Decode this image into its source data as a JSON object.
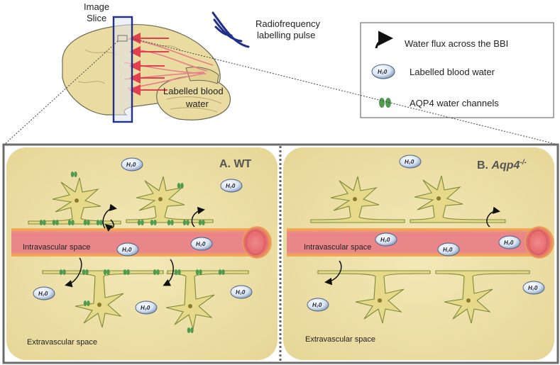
{
  "top": {
    "image_slice_line1": "Image",
    "image_slice_line2": "Slice",
    "rf_line1": "Radiofrequency",
    "rf_line2": "labelling pulse",
    "labelled_line1": "Labelled blood",
    "labelled_line2": "water"
  },
  "legend": {
    "water_flux": "Water flux across the BBI",
    "labelled_blood_water": "Labelled blood water",
    "aqp4": "AQP4 water channels"
  },
  "h2o": "H₂0",
  "panel_a": {
    "title": "A. WT",
    "intravascular": "Intravascular space",
    "extravascular": "Extravascular space"
  },
  "panel_b": {
    "title_prefix": "B. ",
    "title_gene": "Aqp4",
    "title_sup": "-/-",
    "intravascular": "Intravascular space",
    "extravascular": "Extravascular space"
  },
  "colors": {
    "panel_fill": "#ece0a8",
    "astrocyte_fill": "#e6d98a",
    "astrocyte_stroke": "#7c8a3a",
    "vessel": "#e8868a",
    "vessel_glow": "#f1b04a",
    "aqp4": "#4e9a4e",
    "slice_box": "#22308a",
    "arrow": "#e04050",
    "rf_wave": "#1f2f8a"
  }
}
